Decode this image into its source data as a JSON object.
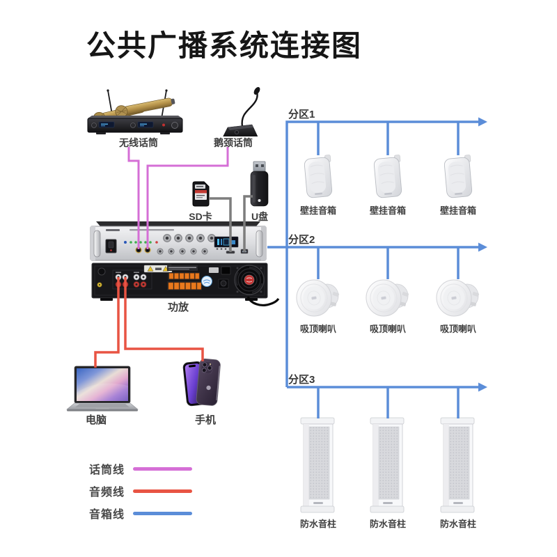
{
  "title": "公共广播系统连接图",
  "devices": {
    "wireless_mic": "无线话筒",
    "gooseneck_mic": "鹅颈话筒",
    "sd_card": "SD卡",
    "usb_drive": "U盘",
    "amplifier": "功放",
    "computer": "电脑",
    "phone": "手机"
  },
  "zones": [
    {
      "label": "分区1",
      "speaker_type": "壁挂音箱",
      "speaker_count": 3
    },
    {
      "label": "分区2",
      "speaker_type": "吸顶喇叭",
      "speaker_count": 3
    },
    {
      "label": "分区3",
      "speaker_type": "防水音柱",
      "speaker_count": 3
    }
  ],
  "legend": [
    {
      "label": "话筒线",
      "color": "#d56fd6"
    },
    {
      "label": "音频线",
      "color": "#e85443"
    },
    {
      "label": "音箱线",
      "color": "#5b8dd8"
    }
  ],
  "line_colors": {
    "mic": "#d56fd6",
    "audio": "#e85443",
    "speaker": "#5b8dd8",
    "data": "#7d7d7d"
  }
}
